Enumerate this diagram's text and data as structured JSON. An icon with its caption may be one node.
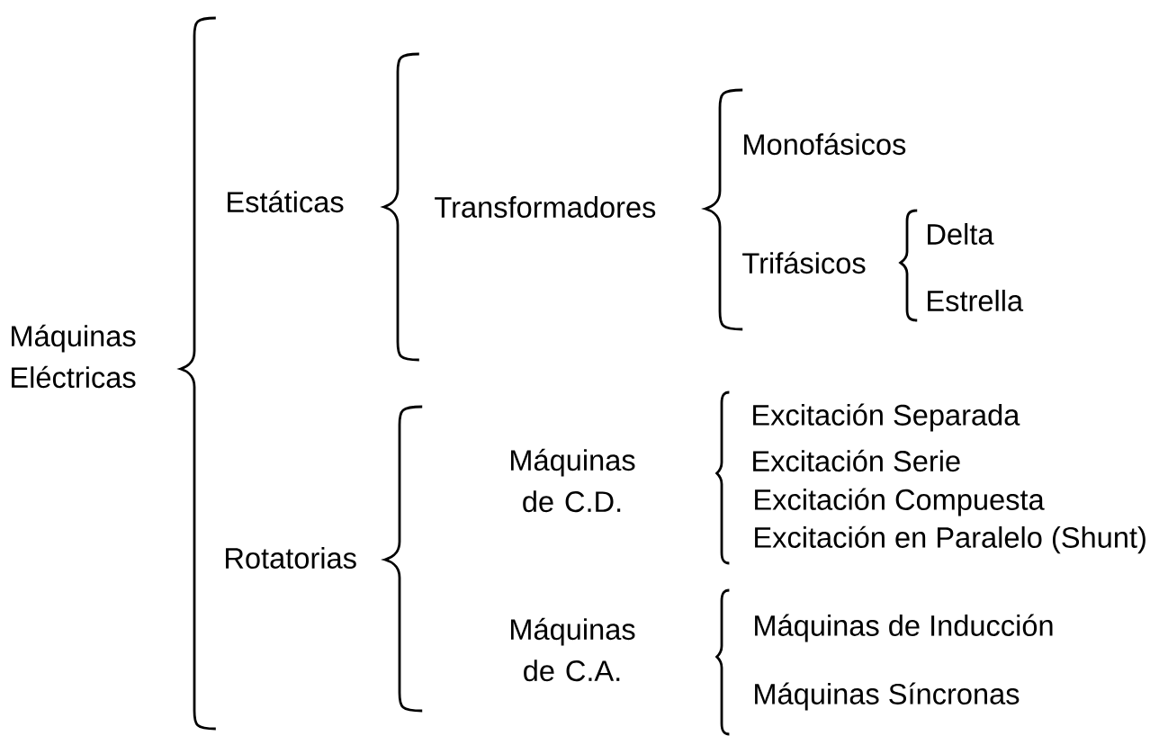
{
  "diagram": {
    "labels": [
      "Máquinas Eléctricas",
      "Estáticas",
      "Transformadores",
      "Monofásicos",
      "Trifásicos",
      "Delta",
      "Estrella",
      "Rotatorias",
      "Máquinas de C.D.",
      "Excitación Separada",
      "Excitación Serie",
      "Excitación Compuesta",
      "Excitación en Paralelo (Shunt)",
      "Máquinas de C.A.",
      "Máquinas de Inducción",
      "Máquinas Síncronas"
    ]
  }
}
